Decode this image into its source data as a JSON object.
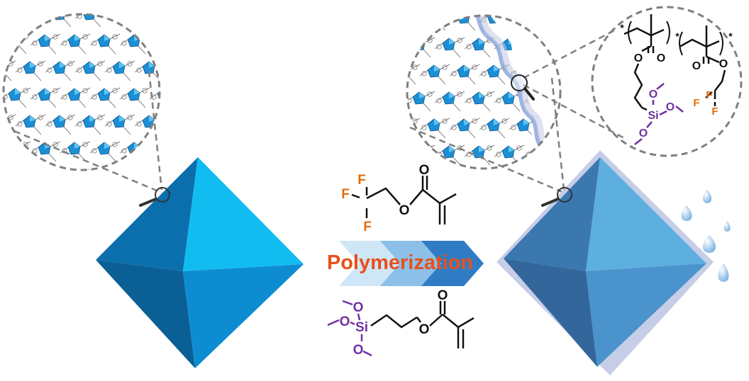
{
  "colors": {
    "oct_top_left": "#0b6fae",
    "oct_top_right": "#11bdf0",
    "oct_bottom_left": "#0a5f95",
    "oct_bottom_right": "#0d8cd2",
    "coated_top_left": "#3b78b0",
    "coated_top_right": "#5dafe0",
    "coated_bottom_left": "#33679b",
    "coated_bottom_right": "#4b93cc",
    "coating": "#c6cde6",
    "fluorine": "#e46c0a",
    "silicon": "#7030a0",
    "bond": "#111111",
    "title": "#e8501a",
    "chevron_1": "#cfe6f7",
    "chevron_2": "#8cc0e8",
    "chevron_3": "#2f7cc5",
    "dashed": "#7f7f7f",
    "water_drop": "#8fbfe8"
  },
  "title": "Polymerization",
  "atoms": {
    "F": "F",
    "O": "O",
    "Si": "Si",
    "star": "*"
  },
  "icons": [
    "magnifier-icon",
    "water-drop-icon",
    "octahedron-crystal",
    "chevron-arrow"
  ]
}
